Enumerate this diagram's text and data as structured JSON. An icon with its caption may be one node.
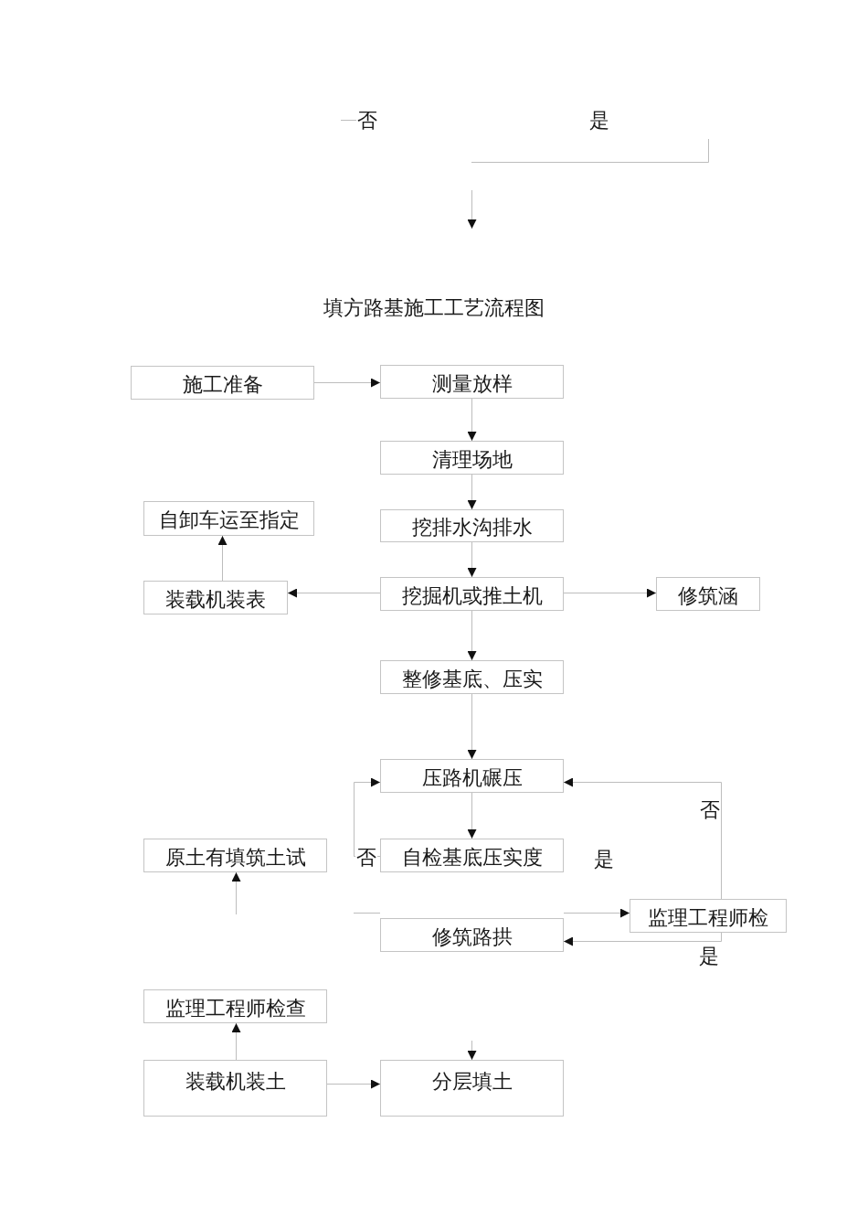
{
  "diagram": {
    "title": "填方路基施工工艺流程图",
    "nodes": [
      {
        "text": [
          "施工准备"
        ]
      },
      {
        "text": [
          "测量放样"
        ]
      },
      {
        "text": [
          "清理场地"
        ]
      },
      {
        "text": [
          "自卸车运至指定"
        ]
      },
      {
        "text": [
          "挖排水沟排水"
        ]
      },
      {
        "text": [
          "装载机装表"
        ]
      },
      {
        "text": [
          "挖掘机或推土机"
        ]
      },
      {
        "text": [
          "修筑涵"
        ]
      },
      {
        "text": [
          "整修基底、压实"
        ]
      },
      {
        "text": [
          "压路机碾压"
        ]
      },
      {
        "text": [
          "原土有填筑土试"
        ]
      },
      {
        "text": [
          "自检基底压实度"
        ]
      },
      {
        "text": [
          "监理工程师检"
        ]
      },
      {
        "text": [
          "修筑路拱"
        ]
      },
      {
        "text": [
          "监理工程师检查"
        ]
      },
      {
        "text": [
          "装载机装土"
        ]
      },
      {
        "text": [
          "分层填土"
        ]
      }
    ],
    "edges": [
      {
        "from": 0,
        "to": 1,
        "arrow": "to"
      },
      {
        "from": 1,
        "to": 2,
        "arrow": "to"
      },
      {
        "from": 2,
        "to": 4,
        "arrow": "to"
      },
      {
        "from": 4,
        "to": 6,
        "arrow": "to"
      },
      {
        "from": 6,
        "to": 5,
        "arrow": "to"
      },
      {
        "from": 5,
        "to": 3,
        "arrow": "to"
      },
      {
        "from": 6,
        "to": 7,
        "arrow": "to"
      },
      {
        "from": 6,
        "to": 8,
        "arrow": "to"
      },
      {
        "from": 8,
        "to": 9,
        "arrow": "to"
      },
      {
        "from": 9,
        "to": 11,
        "arrow": "to"
      },
      {
        "from": 11,
        "to": 9,
        "arrow": "to",
        "label": "否"
      },
      {
        "from": 13,
        "to": 12,
        "arrow": "to"
      },
      {
        "from": 12,
        "to": 9,
        "arrow": "to",
        "label": "否"
      },
      {
        "from": 12,
        "to": 13,
        "arrow": "to",
        "label": "是"
      },
      {
        "from": null,
        "to": 10,
        "arrow": "to"
      },
      {
        "from": 15,
        "to": 14,
        "arrow": "to"
      },
      {
        "from": 15,
        "to": 16,
        "arrow": "to"
      },
      {
        "from": null,
        "to": 16,
        "arrow": "to"
      }
    ],
    "labels": [
      "否",
      "是",
      "是"
    ]
  }
}
